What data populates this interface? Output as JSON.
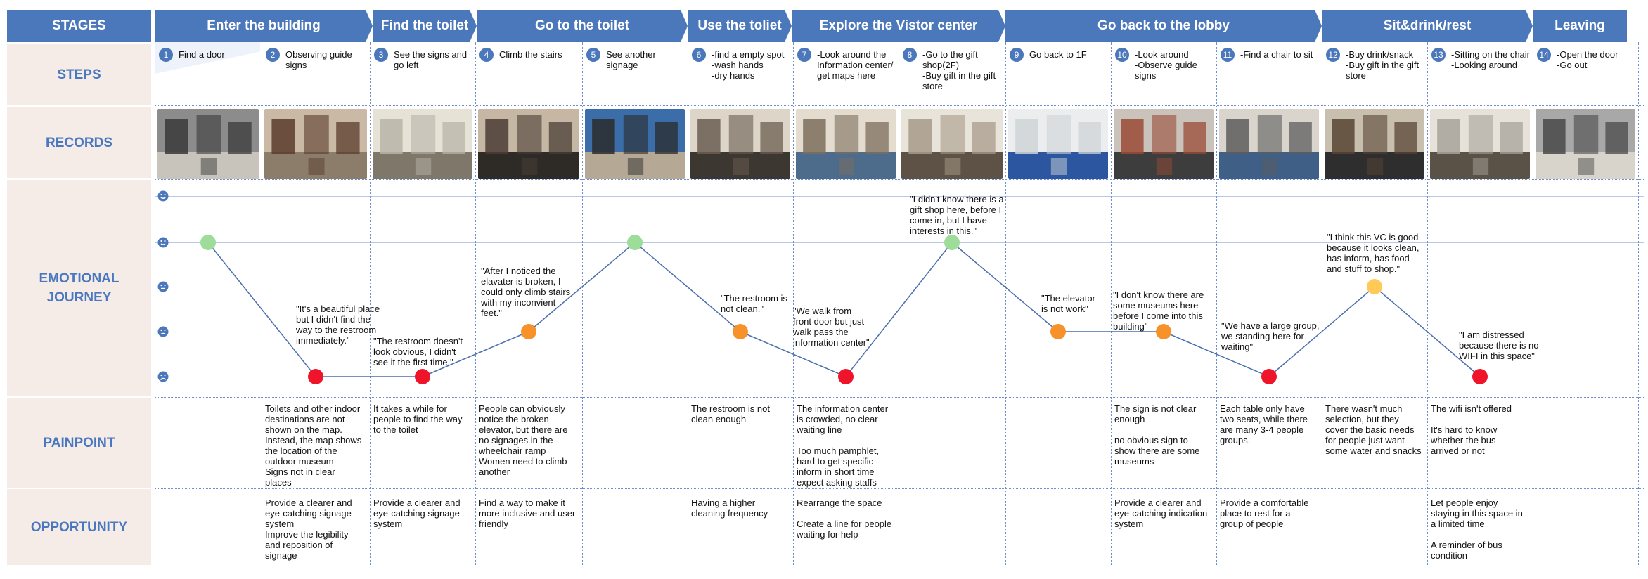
{
  "row_labels": {
    "stages": "STAGES",
    "steps": "STEPS",
    "records": "RECORDS",
    "emotional": "EMOTIONAL\nJOURNEY",
    "painpoint": "PAINPOINT",
    "opportunity": "OPPORTUNITY"
  },
  "stages": [
    {
      "label": "Enter the building"
    },
    {
      "label": "Find the toilet"
    },
    {
      "label": "Go to the toilet"
    },
    {
      "label": "Use the toliet"
    },
    {
      "label": "Explore the Vistor center"
    },
    {
      "label": "Go back to the lobby"
    },
    {
      "label": "Sit&drink/rest"
    },
    {
      "label": "Leaving"
    }
  ],
  "steps": [
    {
      "num": "1",
      "text": "Find a door"
    },
    {
      "num": "2",
      "text": "Observing guide\nsigns"
    },
    {
      "num": "3",
      "text": "See the signs and\ngo left"
    },
    {
      "num": "4",
      "text": "Climb the stairs"
    },
    {
      "num": "5",
      "text": "See another\nsignage"
    },
    {
      "num": "6",
      "text": "-find a empty spot\n-wash hands\n-dry hands"
    },
    {
      "num": "7",
      "text": "-Look around the\nInformation center/\nget maps here"
    },
    {
      "num": "8",
      "text": "-Go to the gift\nshop(2F)\n-Buy gift in the gift\nstore"
    },
    {
      "num": "9",
      "text": "Go back to 1F"
    },
    {
      "num": "10",
      "text": "-Look around\n-Observe guide\nsigns"
    },
    {
      "num": "11",
      "text": "-Find a chair to sit"
    },
    {
      "num": "12",
      "text": "-Buy drink/snack\n-Buy gift in the gift\nstore"
    },
    {
      "num": "13",
      "text": "-Sitting on the chair\n-Looking around"
    },
    {
      "num": "14",
      "text": "-Open the door\n-Go out"
    }
  ],
  "emotion_levels": {
    "min": 1,
    "max": 5
  },
  "emotional_journey": [
    {
      "step": "1",
      "level": 4,
      "color": "#9edc9a",
      "quote": ""
    },
    {
      "step": "2",
      "level": 1,
      "color": "#f0142a",
      "quote": "\"It's a beautiful place\nbut I didn't find the\nway to the restroom\nimmediately.\""
    },
    {
      "step": "3",
      "level": 1,
      "color": "#f0142a",
      "quote": "\"The restroom doesn't\nlook obvious, I didn't\nsee it the first time.\""
    },
    {
      "step": "4",
      "level": 2,
      "color": "#f7922b",
      "quote": "\"After I noticed the\nelavater is broken, I\ncould only climb stairs\nwith my inconvient\nfeet.\""
    },
    {
      "step": "5",
      "level": 4,
      "color": "#9edc9a",
      "quote": ""
    },
    {
      "step": "6",
      "level": 2,
      "color": "#f7922b",
      "quote": "\"The restroom is\nnot clean.\""
    },
    {
      "step": "7",
      "level": 1,
      "color": "#f0142a",
      "quote": "\"We walk from\nfront door but just\nwalk pass the\ninformation center\""
    },
    {
      "step": "8",
      "level": 4,
      "color": "#9edc9a",
      "quote": "\"I didn't know there is a\ngift shop here, before I\ncome in, but I have\ninterests in this.\""
    },
    {
      "step": "9",
      "level": 2,
      "color": "#f7922b",
      "quote": "\"The elevator\nis not work\""
    },
    {
      "step": "10",
      "level": 2,
      "color": "#f7922b",
      "quote": "\"I don't know there are\nsome museums here\nbefore I come into this\nbuilding\""
    },
    {
      "step": "11",
      "level": 1,
      "color": "#f0142a",
      "quote": "\"We have a large group,\nwe standing here for\nwaiting\""
    },
    {
      "step": "12",
      "level": 3,
      "color": "#ffca58",
      "quote": "\"I think this VC is good\nbecause it looks clean,\nhas inform, has food\nand stuff to shop.\""
    },
    {
      "step": "13",
      "level": 1,
      "color": "#f0142a",
      "quote": "\"I am distressed\nbecause there is no\nWIFI in this space\""
    }
  ],
  "painpoints": [
    {
      "step": "2",
      "text": "Toilets and other indoor\ndestinations are not\nshown on the map.\nInstead, the map shows\nthe location of the\noutdoor museum\nSigns not in clear\nplaces"
    },
    {
      "step": "3",
      "text": "It takes a while for\npeople to find the way\nto the toilet"
    },
    {
      "step": "4",
      "text": "People can obviously\nnotice the broken\nelevator, but there are\nno signages in the\nwheelchair ramp\nWomen need to climb\nanother"
    },
    {
      "step": "6",
      "text": "The restroom is not\nclean enough"
    },
    {
      "step": "7",
      "text": "The information center\nis crowded, no clear\nwaiting line\n\nToo much pamphlet,\nhard to get specific\ninform in short time\nexpect asking staffs"
    },
    {
      "step": "10",
      "text": "The sign is not clear\nenough\n\nno obvious sign to\nshow there are some\nmuseums"
    },
    {
      "step": "11",
      "text": "Each table only have\ntwo seats, while there\nare many 3-4 people\ngroups."
    },
    {
      "step": "12",
      "text": "There wasn't much\nselection, but they\ncover the basic needs\nfor people just want\nsome water and snacks"
    },
    {
      "step": "13",
      "text": "The wifi isn't offered\n\nIt's hard to know\nwhether the bus\narrived or not"
    }
  ],
  "opportunities": [
    {
      "step": "2",
      "text": "Provide a clearer and\neye-catching signage\nsystem\nImprove the legibility\nand reposition of\nsignage"
    },
    {
      "step": "3",
      "text": "Provide a clearer and\neye-catching signage\nsystem"
    },
    {
      "step": "4",
      "text": "Find a way to make it\nmore inclusive and user\nfriendly"
    },
    {
      "step": "6",
      "text": "Having a higher\ncleaning frequency"
    },
    {
      "step": "7",
      "text": "Rearrange the space\n\nCreate a line for people\nwaiting for help"
    },
    {
      "step": "10",
      "text": "Provide a clearer and\neye-catching indication\nsystem"
    },
    {
      "step": "11",
      "text": "Provide a comfortable\nplace to rest for a\ngroup of people"
    },
    {
      "step": "13",
      "text": "Let people enjoy\nstaying in this space in\na limited time\n\nA reminder of bus\ncondition"
    }
  ],
  "records": [
    {
      "step": "1",
      "icon": "photo-entrance-doors"
    },
    {
      "step": "2",
      "icon": "photo-arched-hallway"
    },
    {
      "step": "3",
      "icon": "photo-stairs"
    },
    {
      "step": "4",
      "icon": "photo-shop-counter"
    },
    {
      "step": "5",
      "icon": "photo-signage-screens"
    },
    {
      "step": "6",
      "icon": "photo-restroom"
    },
    {
      "step": "7",
      "icon": "photo-info-center"
    },
    {
      "step": "8",
      "icon": "photo-gift-shop"
    },
    {
      "step": "9",
      "icon": "photo-elevator-sign"
    },
    {
      "step": "10",
      "icon": "photo-brick-wall-sign"
    },
    {
      "step": "11",
      "icon": "photo-crowded-lobby"
    },
    {
      "step": "12",
      "icon": "photo-cafe-counter"
    },
    {
      "step": "13",
      "icon": "photo-seating-area"
    },
    {
      "step": "14",
      "icon": "photo-exit-doors"
    }
  ],
  "colors": {
    "accent": "#4b77bb",
    "label_bg": "#f6ece7",
    "label_text": "#4a78c0",
    "happy": "#9edc9a",
    "neutral": "#ffca58",
    "sad": "#f7922b",
    "angry": "#f0142a"
  }
}
